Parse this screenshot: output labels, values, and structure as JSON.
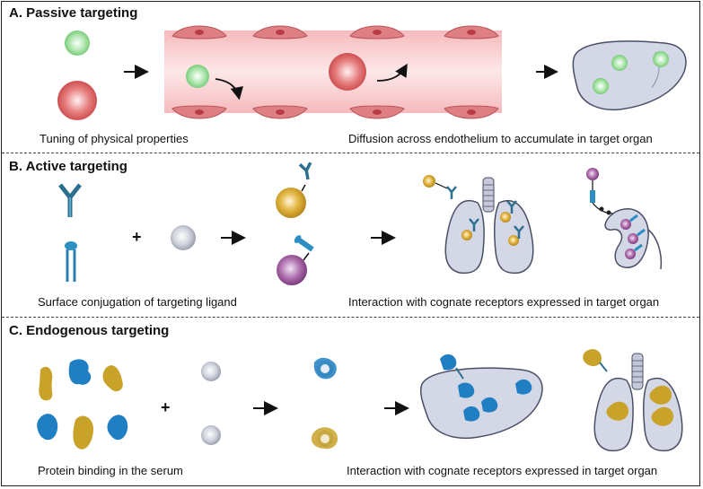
{
  "panels": [
    {
      "title": "A. Passive targeting",
      "captions": [
        "Tuning of physical properties",
        "Diffusion across endothelium to accumulate in target organ"
      ]
    },
    {
      "title": "B. Active targeting",
      "captions": [
        "Surface conjugation of targeting ligand",
        "Interaction with cognate receptors expressed in target organ"
      ]
    },
    {
      "title": "C. Endogenous targeting",
      "captions": [
        "Protein binding in the serum",
        "Interaction with cognate receptors expressed in target organ"
      ]
    }
  ],
  "symbols": {
    "plus": "+"
  },
  "colors": {
    "green_particle": "#8fd98f",
    "red_particle": "#d9504f",
    "gold_particle": "#d9a826",
    "purple_particle": "#9b4f9b",
    "grey_particle": "#bfc4cf",
    "protein_blue": "#1f7fc2",
    "protein_gold": "#c9a22a",
    "organ_fill": "#d3d6e6",
    "vessel_fill": "#f7c7c9",
    "endothelial_cell": "#d9767a"
  }
}
